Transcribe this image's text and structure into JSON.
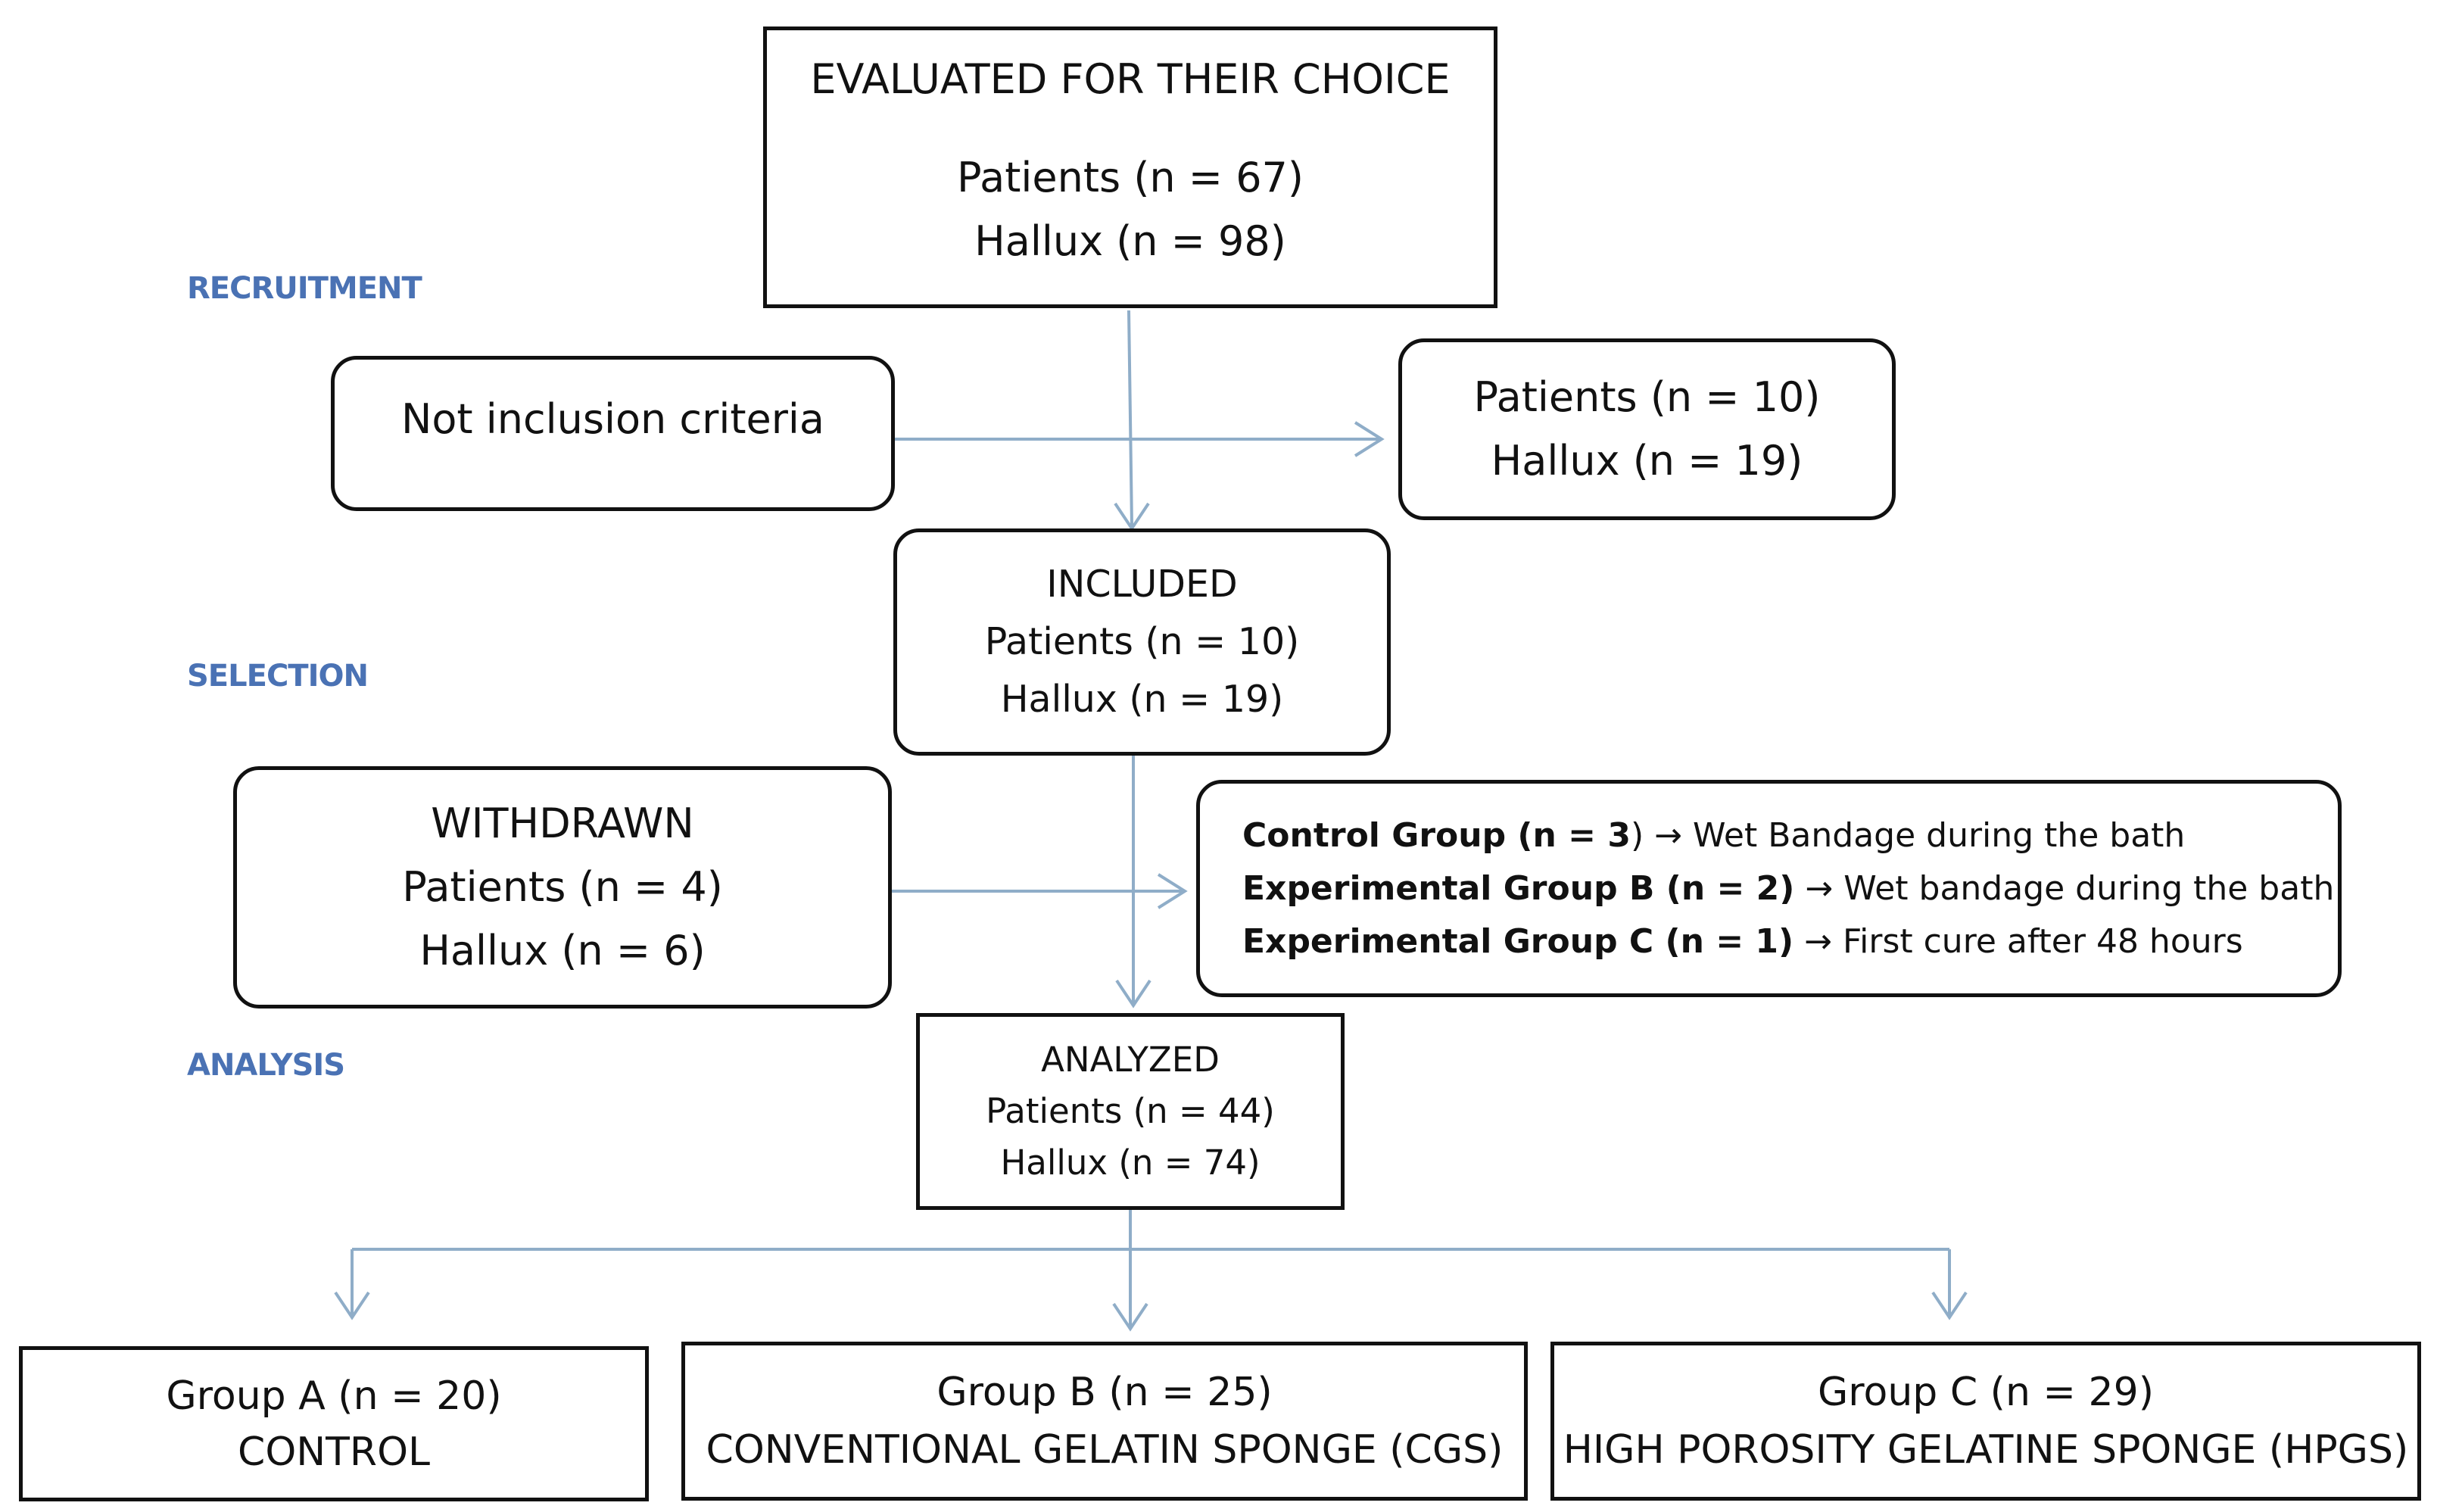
{
  "stages": {
    "recruitment": "RECRUITMENT",
    "selection": "SELECTION",
    "analysis": "ANALYSIS"
  },
  "evaluated": {
    "title": "EVALUATED FOR THEIR CHOICE",
    "patients": "Patients (n = 67)",
    "hallux": "Hallux (n = 98)"
  },
  "not_inclusion": {
    "label": "Not inclusion criteria"
  },
  "excluded": {
    "patients": "Patients (n = 10)",
    "hallux": "Hallux (n = 19)"
  },
  "included": {
    "title": "INCLUDED",
    "patients": "Patients (n = 10)",
    "hallux": "Hallux (n = 19)"
  },
  "withdrawn": {
    "title": "WITHDRAWN",
    "patients": "Patients (n = 4)",
    "hallux": "Hallux (n = 6)"
  },
  "withdrawn_reasons": [
    {
      "group": "Control Group (n = 3",
      "group_tail": ")",
      "arrow": "→",
      "reason": "Wet Bandage during the bath"
    },
    {
      "group": "Experimental Group B (n = 2)",
      "group_tail": "",
      "arrow": "→",
      "reason": "Wet bandage during the bath"
    },
    {
      "group": "Experimental Group C (n = 1)",
      "group_tail": "",
      "arrow": "→",
      "reason": "First cure after 48 hours"
    }
  ],
  "analyzed": {
    "title": "ANALYZED",
    "patients": "Patients (n = 44)",
    "hallux": "Hallux (n = 74)"
  },
  "groups": [
    {
      "title": "Group A (n = 20)",
      "name": "CONTROL"
    },
    {
      "title": "Group B (n = 25)",
      "name": "CONVENTIONAL GELATIN SPONGE (CGS)"
    },
    {
      "title": "Group C (n = 29)",
      "name": "HIGH POROSITY GELATINE SPONGE (HPGS)"
    }
  ],
  "colors": {
    "arrow": "#8fadc8",
    "stage_label": "#4a72b4",
    "box_border": "#111111"
  }
}
